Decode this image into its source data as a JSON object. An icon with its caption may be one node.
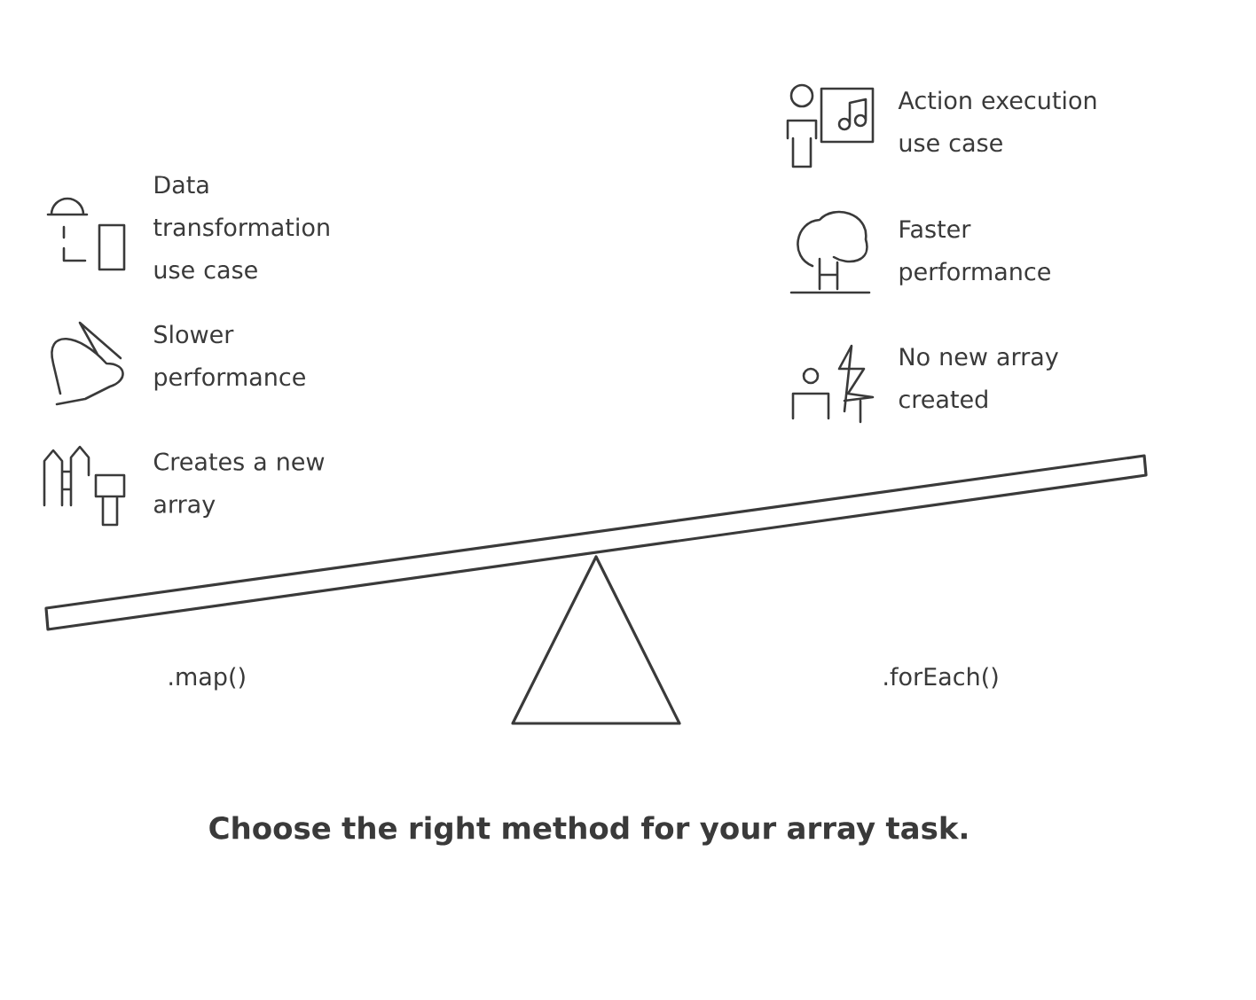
{
  "diagram": {
    "caption": "Choose the right method for your array task.",
    "labels": [
      "Action execution use case",
      "Data transformation use case",
      "Faster performance",
      "Slower performance",
      "No new array created",
      "Creates a new array",
      ".map()",
      ".forEach()"
    ]
  }
}
